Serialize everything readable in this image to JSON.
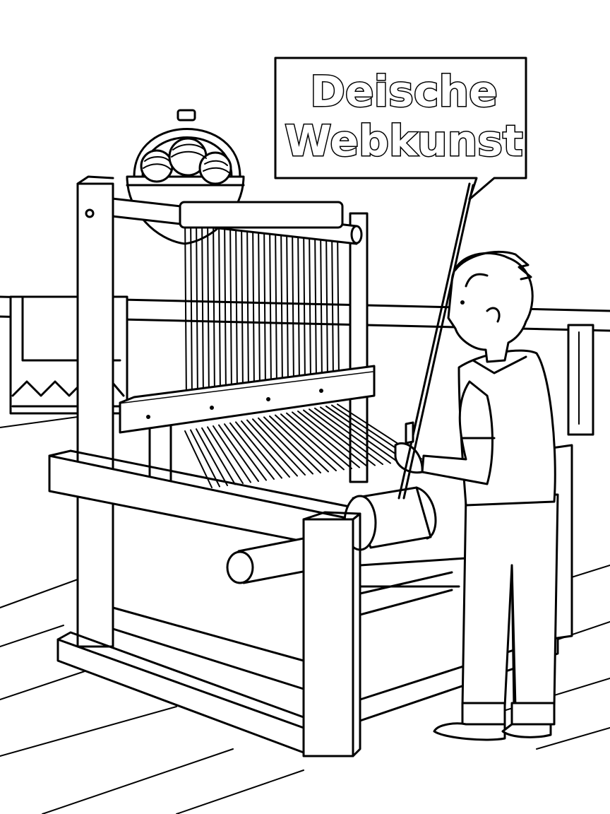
{
  "sign": {
    "line1": "Deische",
    "line2": "Webkunst"
  },
  "colors": {
    "ink": "#000000",
    "paper": "#ffffff"
  },
  "scene": {
    "style": "black-and-white line art coloring page"
  }
}
